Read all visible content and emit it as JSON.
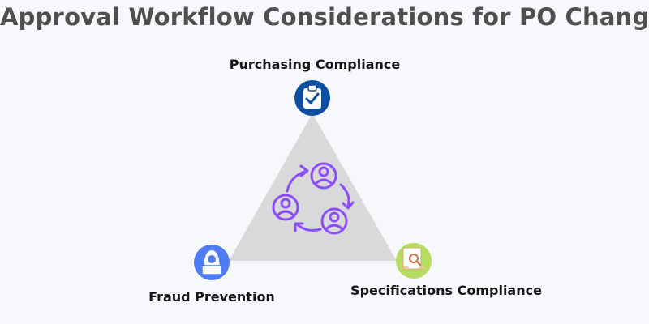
{
  "title": "Approval Workflow Considerations for PO Changes",
  "nodes": {
    "top": {
      "label": "Purchasing Compliance",
      "icon": "clipboard-check-icon",
      "color": "#0b4ea2"
    },
    "left": {
      "label": "Fraud Prevention",
      "icon": "hacker-icon",
      "color": "#4d7cf4"
    },
    "right": {
      "label": "Specifications Compliance",
      "icon": "document-inspection-icon",
      "color": "#b6dc62"
    }
  },
  "center": {
    "icon": "approval-cycle-icon",
    "color": "#8b4dff"
  },
  "colors": {
    "triangle": "#d9d9d9",
    "title": "#4f4f4f",
    "background": "#f6f8fc"
  }
}
